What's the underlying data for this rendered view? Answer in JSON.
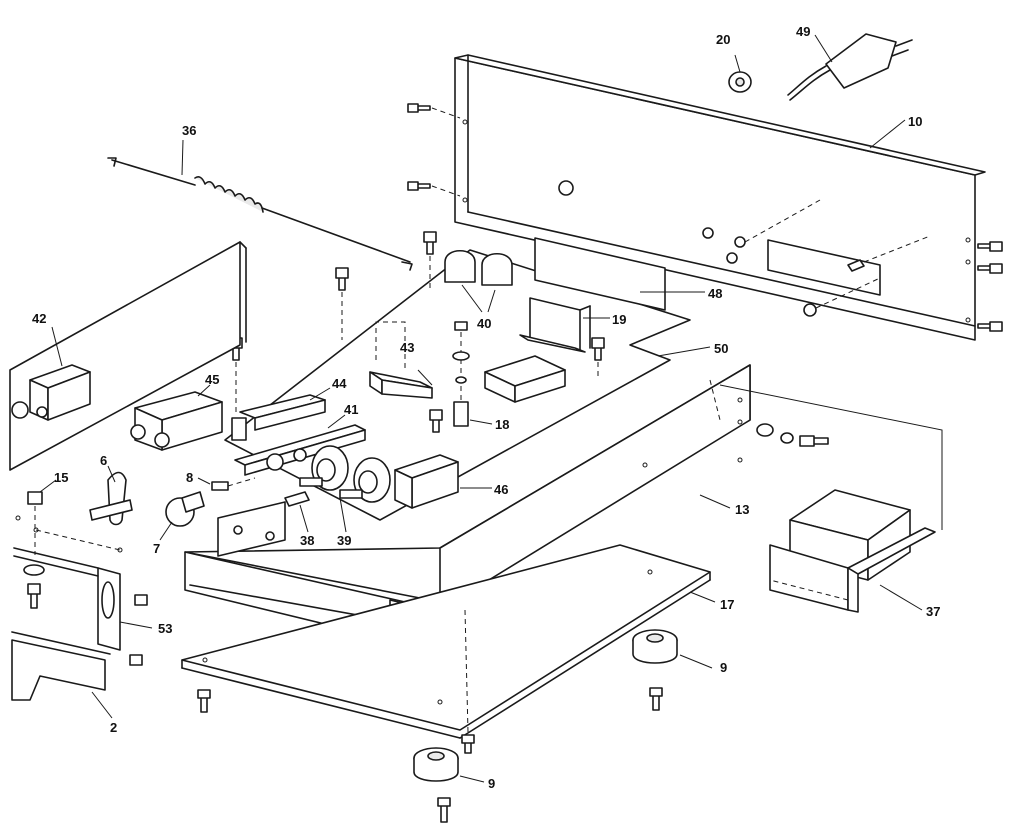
{
  "labels": {
    "p2": "2",
    "p6": "6",
    "p7": "7",
    "p8": "8",
    "p9a": "9",
    "p9b": "9",
    "p10": "10",
    "p13": "13",
    "p15": "15",
    "p17": "17",
    "p18": "18",
    "p19": "19",
    "p20": "20",
    "p36": "36",
    "p37": "37",
    "p38": "38",
    "p39": "39",
    "p40": "40",
    "p41": "41",
    "p42": "42",
    "p43": "43",
    "p44": "44",
    "p45": "45",
    "p46": "46",
    "p48": "48",
    "p49": "49",
    "p50": "50",
    "p53": "53"
  }
}
